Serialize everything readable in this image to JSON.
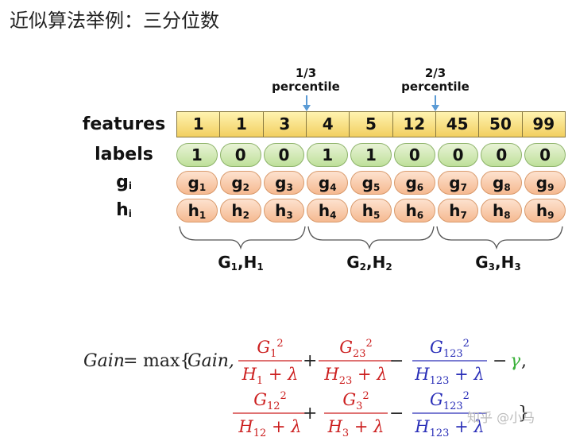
{
  "title": "近似算法举例：三分位数",
  "percentiles": [
    {
      "line1": "1/3",
      "line2": "percentile"
    },
    {
      "line1": "2/3",
      "line2": "percentile"
    }
  ],
  "row_labels": {
    "features": "features",
    "labels": "labels",
    "g_main": "g",
    "g_sub": "i",
    "h_main": "h",
    "h_sub": "i"
  },
  "features": [
    "1",
    "1",
    "3",
    "4",
    "5",
    "12",
    "45",
    "50",
    "99"
  ],
  "labels": [
    "1",
    "0",
    "0",
    "1",
    "1",
    "0",
    "0",
    "0",
    "0"
  ],
  "g_sub_indices": [
    "1",
    "2",
    "3",
    "4",
    "5",
    "6",
    "7",
    "8",
    "9"
  ],
  "h_sub_indices": [
    "1",
    "2",
    "3",
    "4",
    "5",
    "6",
    "7",
    "8",
    "9"
  ],
  "g_letter": "g",
  "h_letter": "h",
  "groups": [
    {
      "G": "G",
      "G_sub": "1",
      "sep": ",",
      "H": "H",
      "H_sub": "1"
    },
    {
      "G": "G",
      "G_sub": "2",
      "sep": ",",
      "H": "H",
      "H_sub": "2"
    },
    {
      "G": "G",
      "G_sub": "3",
      "sep": ",",
      "H": "H",
      "H_sub": "3"
    }
  ],
  "formula": {
    "lhs": "Gain",
    "eq": "=",
    "max": "max{",
    "gain_word": "Gain,",
    "close": "}",
    "gamma": "γ",
    "comma": ",",
    "plus": "+",
    "minus": "−",
    "lambda": "λ",
    "row1": [
      {
        "num_base": "G",
        "num_sub": "1",
        "den_base": "H",
        "den_sub": "1",
        "color": "#cc1f1f"
      },
      {
        "num_base": "G",
        "num_sub": "23",
        "den_base": "H",
        "den_sub": "23",
        "color": "#cc1f1f"
      },
      {
        "num_base": "G",
        "num_sub": "123",
        "den_base": "H",
        "den_sub": "123",
        "color": "#2a2fb8"
      }
    ],
    "row2": [
      {
        "num_base": "G",
        "num_sub": "12",
        "den_base": "H",
        "den_sub": "12",
        "color": "#cc1f1f"
      },
      {
        "num_base": "G",
        "num_sub": "3",
        "den_base": "H",
        "den_sub": "3",
        "color": "#cc1f1f"
      },
      {
        "num_base": "G",
        "num_sub": "123",
        "den_base": "H",
        "den_sub": "123",
        "color": "#2a2fb8"
      }
    ],
    "sup": "2",
    "gamma_color": "#3ab13a"
  },
  "watermark": "知乎 @小马"
}
